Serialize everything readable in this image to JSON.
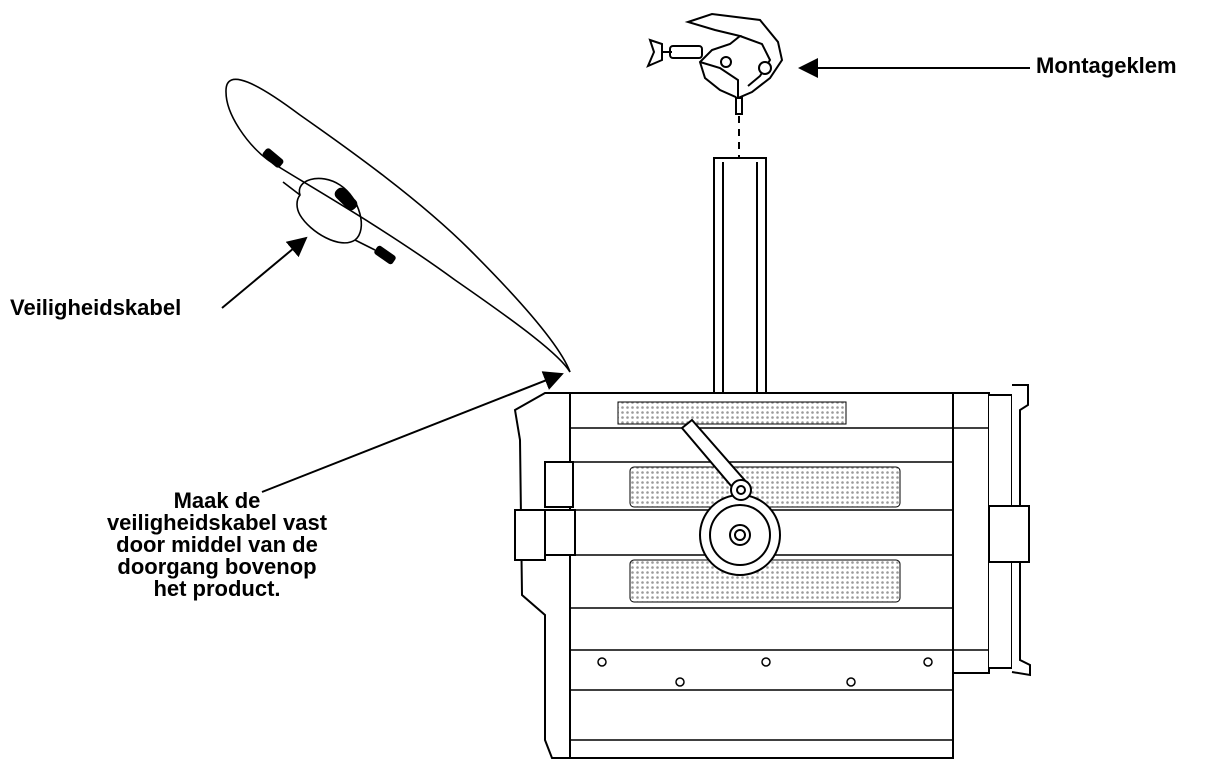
{
  "labels": {
    "mounting_clamp": "Montageklem",
    "safety_cable": "Veiligheidskabel",
    "instruction_lines": [
      "Maak de",
      "veiligheidskabel vast",
      "door middel van de",
      "doorgang bovenop",
      "het product."
    ]
  },
  "colors": {
    "stroke": "#000000",
    "background": "#ffffff",
    "grille": "#bdbdbd"
  }
}
